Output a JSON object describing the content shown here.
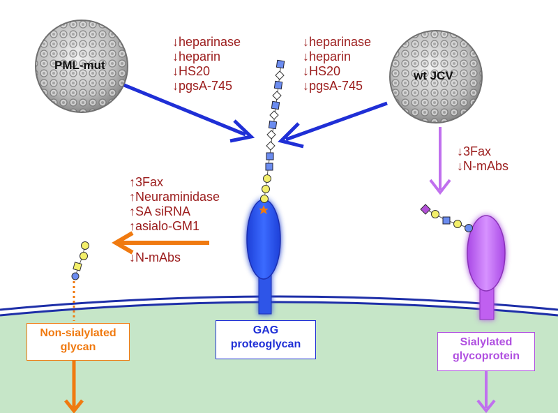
{
  "viruses": {
    "pml_mut": "PML-mut",
    "wt_jcv": "wt JCV"
  },
  "treatments": {
    "pml_mut_gag": [
      "↓heparinase",
      "↓heparin",
      "↓HS20",
      "↓pgsA-745"
    ],
    "wt_gag": [
      "↓heparinase",
      "↓heparin",
      "↓HS20",
      "↓pgsA-745"
    ],
    "wt_sialylated": [
      "↓3Fax",
      "↓N-mAbs"
    ],
    "non_sialylated_up": [
      "↑3Fax",
      "↑Neuraminidase",
      "↑SA siRNA",
      "↑asialo-GM1"
    ],
    "non_sialylated_down": [
      "↓N-mAbs"
    ]
  },
  "receptors": {
    "non_sialylated": [
      "Non-sialylated",
      "glycan"
    ],
    "gag": [
      "GAG",
      "proteoglycan"
    ],
    "sialylated": [
      "Sialylated",
      "glycoprotein"
    ]
  },
  "colors": {
    "blue_arrow": "#1f2fd6",
    "violet_arrow": "#c070ee",
    "orange_arrow": "#f07a10",
    "treatment_text": "#9b1c1c",
    "cytoplasm": "#c6e6c8",
    "membrane": "#1e2fa8",
    "gag_receptor": "#2f55e8",
    "glyco_receptor": "#c060f0"
  }
}
